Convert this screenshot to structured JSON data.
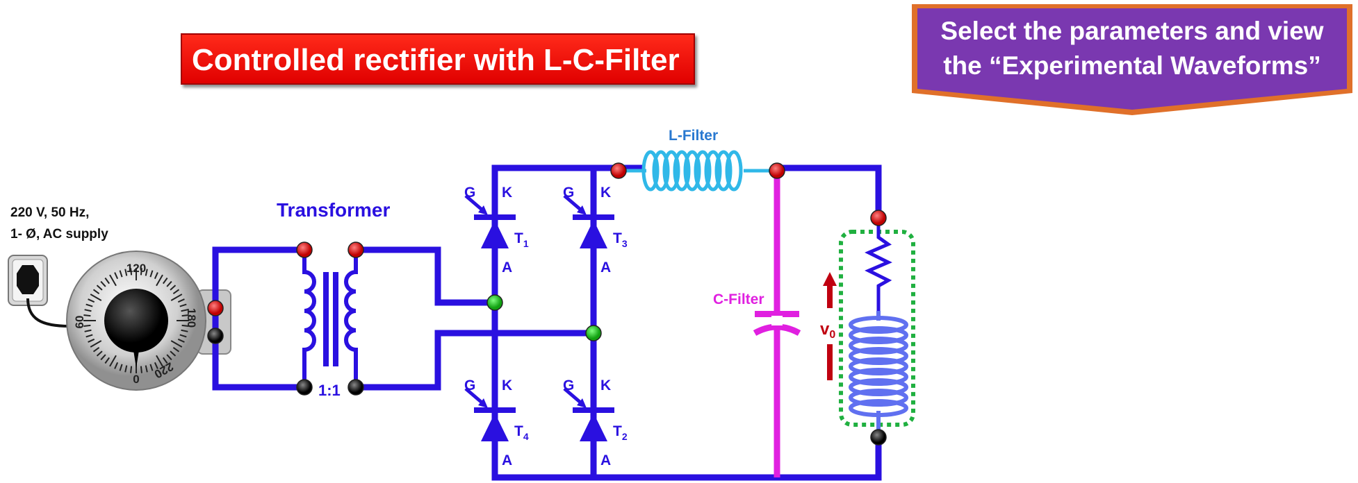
{
  "title": "Controlled rectifier with L-C-Filter",
  "cta": {
    "line1": "Select the parameters and view",
    "line2": "the “Experimental Waveforms”"
  },
  "supply_label": [
    "220 V, 50 Hz,",
    "1- Ø, AC supply"
  ],
  "dial": {
    "marks": [
      "120",
      "60",
      "180",
      "0",
      "220"
    ]
  },
  "transformer": {
    "label": "Transformer",
    "ratio": "1:1"
  },
  "thyristors": [
    {
      "name": "T1",
      "main": "T",
      "sub": "1"
    },
    {
      "name": "T3",
      "main": "T",
      "sub": "3"
    },
    {
      "name": "T4",
      "main": "T",
      "sub": "4"
    },
    {
      "name": "T2",
      "main": "T",
      "sub": "2"
    }
  ],
  "terminal_labels": {
    "gate": "G",
    "cathode": "K",
    "anode": "A"
  },
  "l_filter": "L-Filter",
  "c_filter": "C-Filter",
  "output": {
    "main": "v",
    "sub": "0"
  },
  "colors": {
    "wire": "#2a10e0",
    "cap": "#e020e0",
    "inductor": "#30b8e8",
    "load_coil": "#6070f0",
    "arrow": "#c00010",
    "cta_fill": "#7a38b0",
    "cta_border": "#e0702a",
    "title_bg": "#ff1a0a",
    "load_box": "#20b040"
  }
}
